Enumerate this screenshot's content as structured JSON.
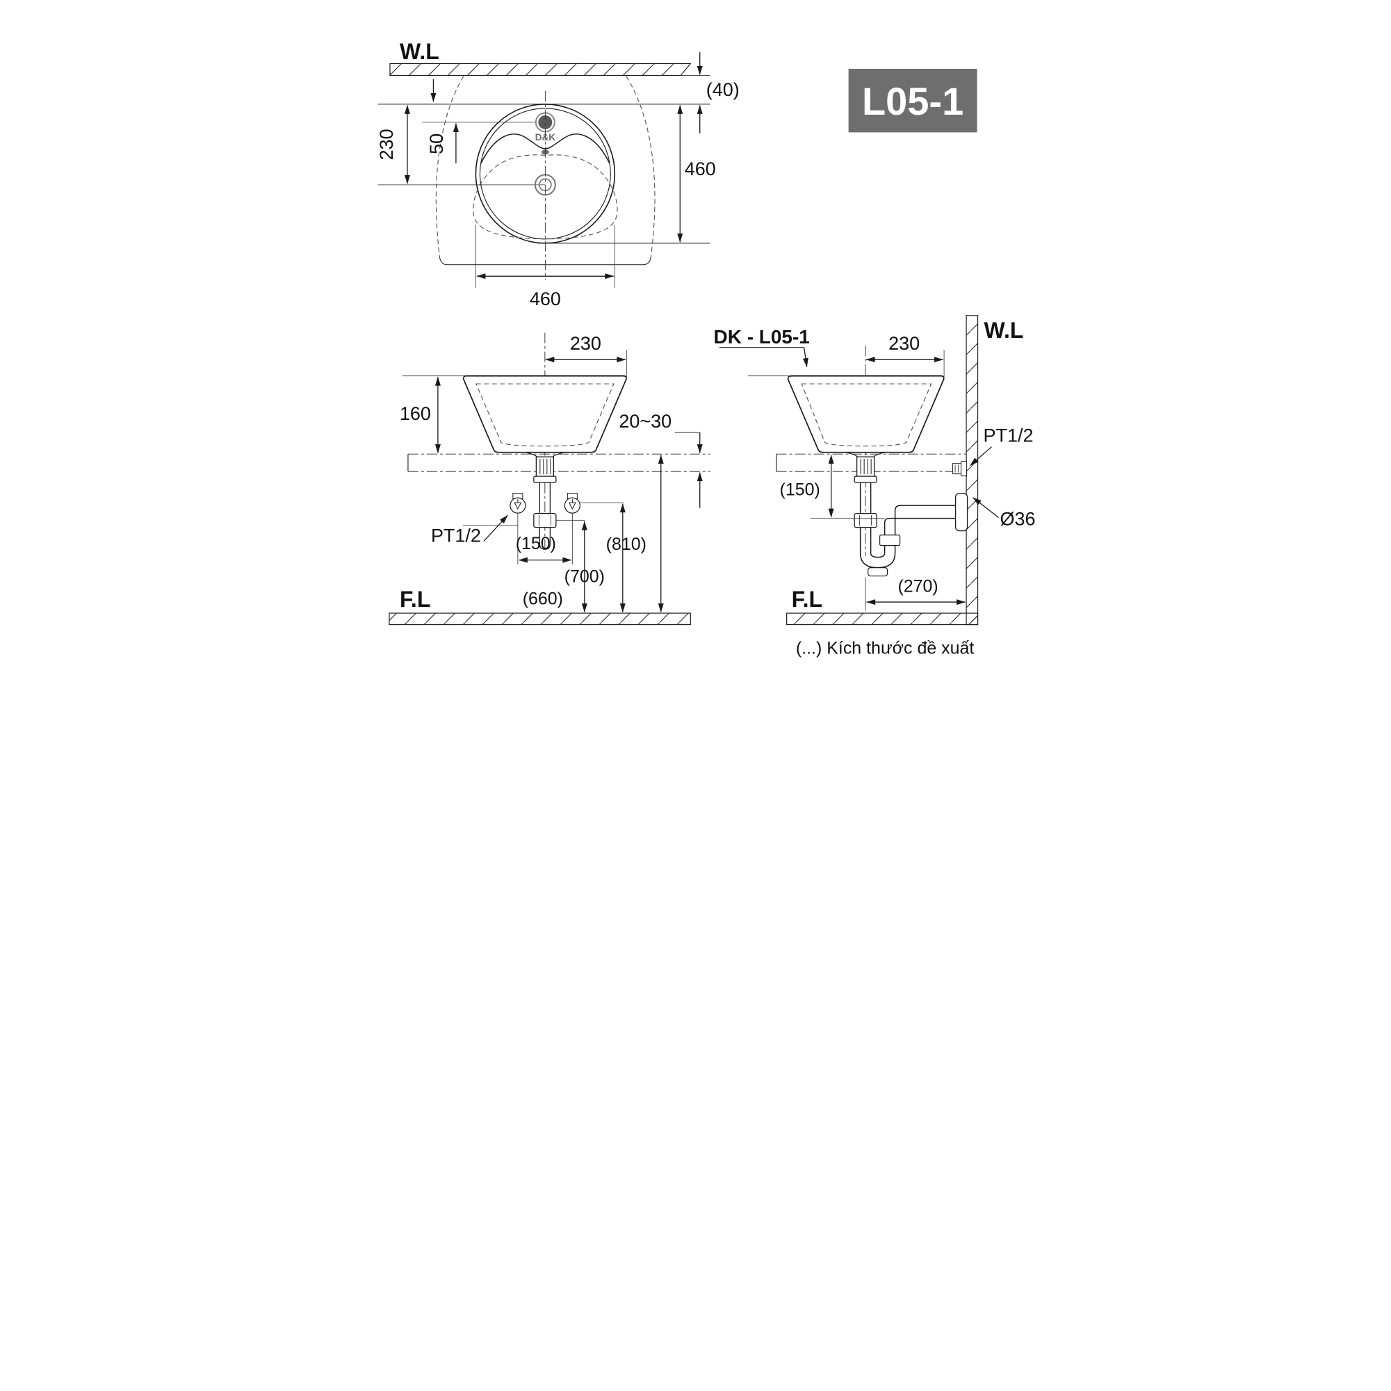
{
  "drawing": {
    "badge": {
      "text": "L05-1",
      "bg": "#6e6e6e",
      "fg": "#ffffff"
    },
    "note": "(...) Kích thước đề xuất",
    "top_view": {
      "wall_label": "W.L",
      "brand": "D&K",
      "dims": {
        "wall_gap": "(40)",
        "edge_to_drain": "230",
        "edge_to_faucet": "50",
        "depth": "460",
        "width": "460"
      }
    },
    "front_view": {
      "floor_label": "F.L",
      "thread_label": "PT1/2",
      "dims": {
        "half_width": "230",
        "basin_height": "160",
        "counter_thickness": "20~30",
        "valve_spacing": "(150)",
        "trap_height": "(660)",
        "valve_height": "(700)",
        "counter_height": "(810)"
      }
    },
    "side_view": {
      "model_label": "DK - L05-1",
      "wall_label": "W.L",
      "floor_label": "F.L",
      "thread_label": "PT1/2",
      "dims": {
        "center_to_wall": "230",
        "counter_to_outlet": "(150)",
        "trap_to_wall": "(270)",
        "outlet_diameter": "Ø36"
      }
    }
  }
}
